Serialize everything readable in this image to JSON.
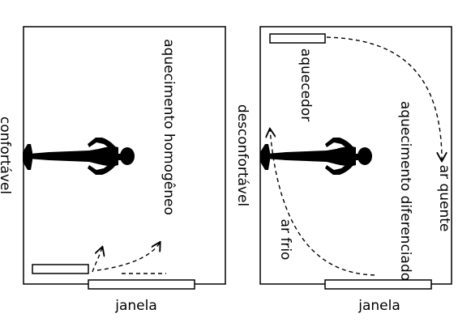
{
  "left_panel": {
    "side_label": "confortável",
    "heating_label": "aquecimento homogêneo",
    "window_label": "janela"
  },
  "right_panel": {
    "side_label": "desconfortável",
    "heater_label": "aquecedor",
    "heating_label": "aquecimento diferenciado",
    "hot_air_label": "ar quente",
    "cold_air_label": "ar frio",
    "window_label": "janela"
  }
}
